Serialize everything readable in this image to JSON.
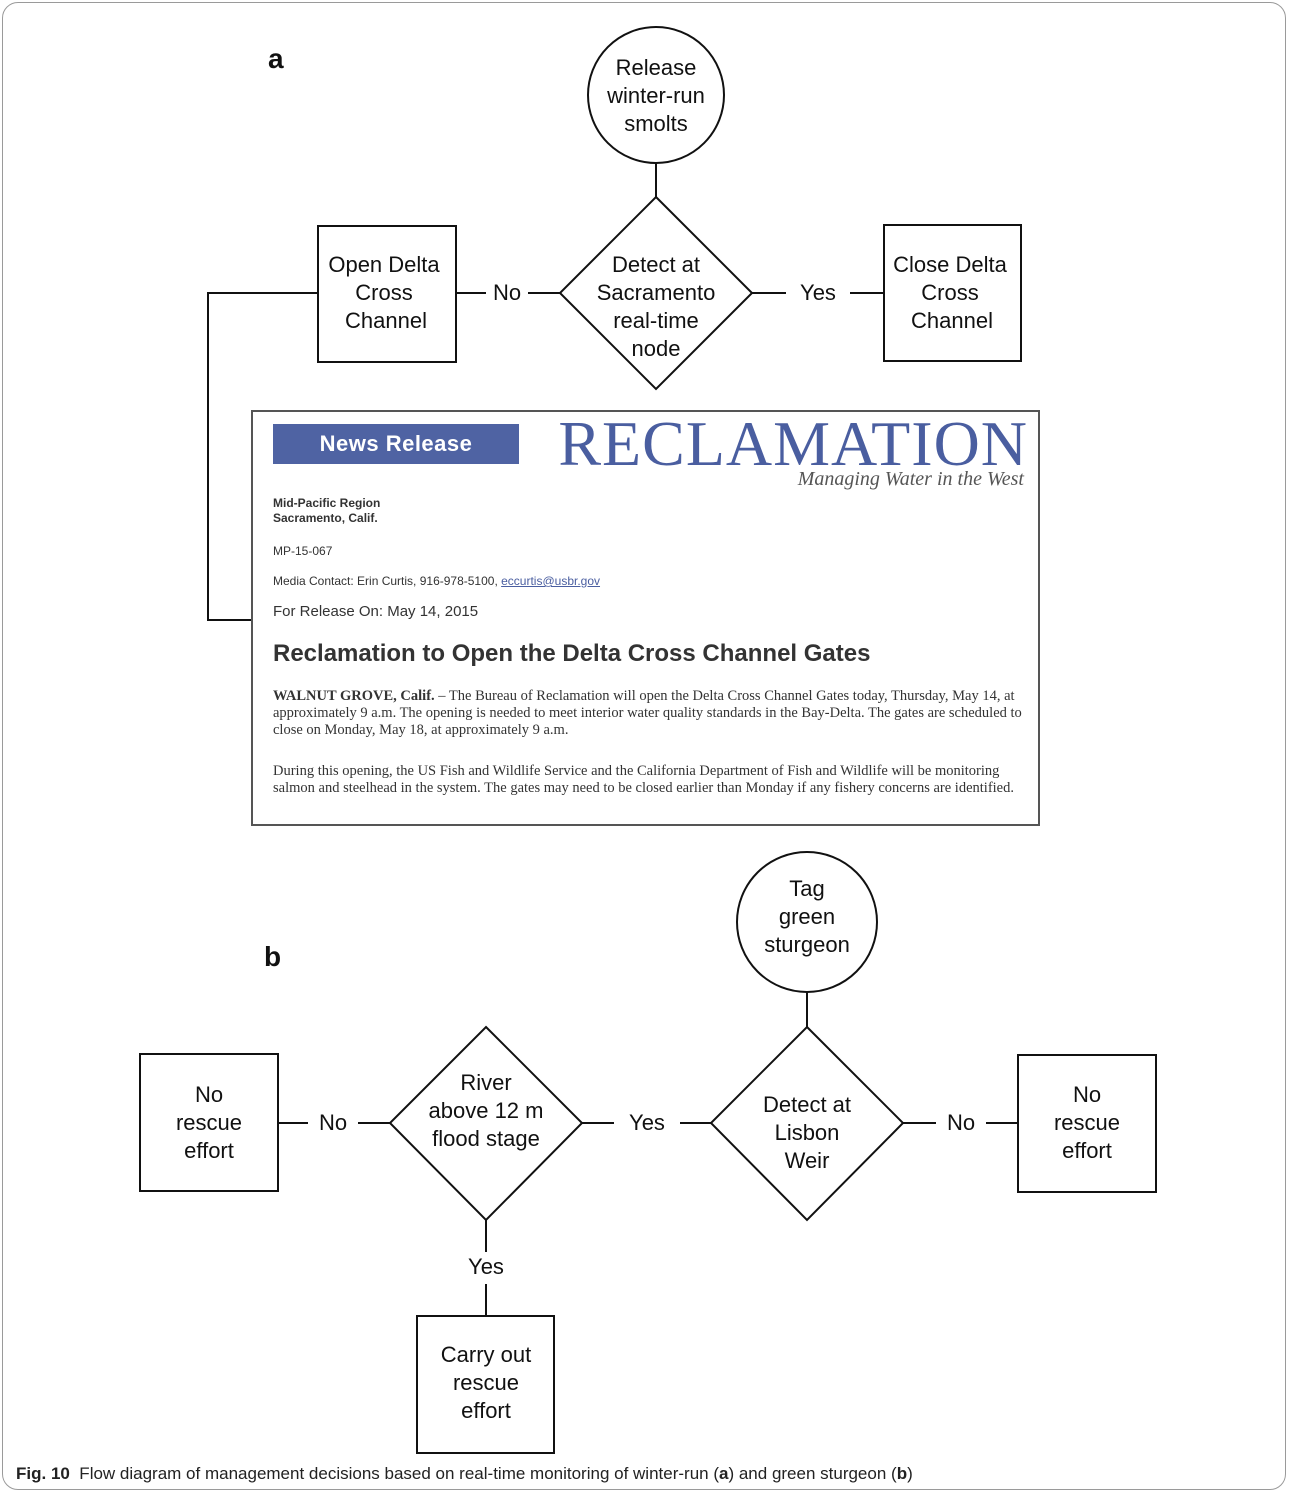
{
  "panel_a": {
    "label": "a",
    "start": [
      "Release",
      "winter-run",
      "smolts"
    ],
    "decision": [
      "Detect at",
      "Sacramento",
      "real-time",
      "node"
    ],
    "no_label": "No",
    "yes_label": "Yes",
    "no_action": [
      "Open Delta",
      "Cross",
      "Channel"
    ],
    "yes_action": [
      "Close Delta",
      "Cross",
      "Channel"
    ]
  },
  "news_release": {
    "banner": "News Release",
    "brand": "RECLAMATION",
    "tagline": "Managing Water in the West",
    "region_line1": "Mid-Pacific Region",
    "region_line2": "Sacramento, Calif.",
    "release_id": "MP-15-067",
    "contact_prefix": "Media Contact: Erin Curtis, 916-978-5100, ",
    "contact_email": "eccurtis@usbr.gov",
    "release_date": "For Release On: May 14, 2015",
    "headline": "Reclamation to Open the Delta Cross Channel Gates",
    "para1_lead": "WALNUT GROVE, Calif.",
    "para1_body": " – The Bureau of Reclamation will open the Delta Cross Channel Gates today, Thursday, May 14, at approximately 9 a.m. The opening is needed to meet interior water quality standards in the Bay-Delta. The gates are scheduled to close on Monday, May 18, at approximately 9 a.m.",
    "para2": "During this opening, the US Fish and Wildlife Service and the California Department of Fish and Wildlife will be monitoring salmon and steelhead in the system. The gates may need to be closed earlier than Monday if any fishery concerns are identified."
  },
  "panel_b": {
    "label": "b",
    "start": [
      "Tag",
      "green",
      "sturgeon"
    ],
    "decision_lisbon": [
      "Detect at",
      "Lisbon",
      "Weir"
    ],
    "decision_flood": [
      "River",
      "above 12 m",
      "flood stage"
    ],
    "yes_label_mid": "Yes",
    "no_label_right": "No",
    "no_label_left": "No",
    "yes_label_down": "Yes",
    "no_rescue_left": [
      "No",
      "rescue",
      "effort"
    ],
    "no_rescue_right": [
      "No",
      "rescue",
      "effort"
    ],
    "carry_out": [
      "Carry out",
      "rescue",
      "effort"
    ]
  },
  "caption": {
    "fig_label": "Fig. 10",
    "text_1": "  Flow diagram of management decisions based on real-time monitoring of winter-run (",
    "a": "a",
    "text_2": ") and green sturgeon (",
    "b": "b",
    "text_3": ")"
  }
}
